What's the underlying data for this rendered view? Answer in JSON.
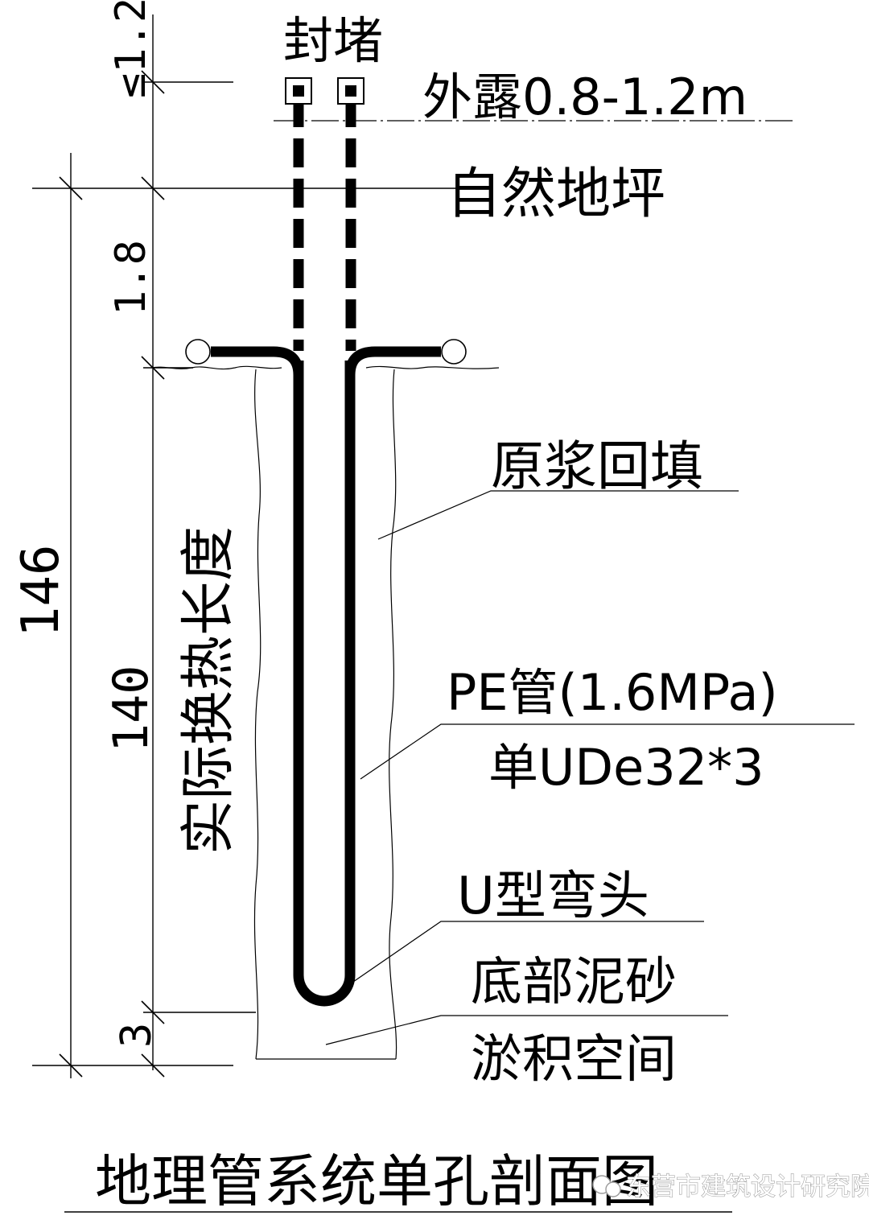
{
  "title": "地理管系统单孔剖面图",
  "labels": {
    "seal": "封堵",
    "exposed": "外露0.8-1.2m",
    "ground": "自然地坪",
    "backfill": "原浆回填",
    "pe_pipe": "PE管(1.6MPa)",
    "pipe_spec": "单UDe32*3",
    "u_bend": "U型弯头",
    "sediment_1": "底部泥砂",
    "sediment_2": "淤积空间",
    "effective_length": "实际换热长度"
  },
  "dimensions": {
    "top": "≤1.2",
    "upper": "1.8",
    "main": "140",
    "bottom": "3",
    "total": "146"
  },
  "watermark": "东营市建筑设计研究院",
  "colors": {
    "line": "#000000",
    "background": "#ffffff",
    "watermark_stroke": "#9a9a9a"
  }
}
